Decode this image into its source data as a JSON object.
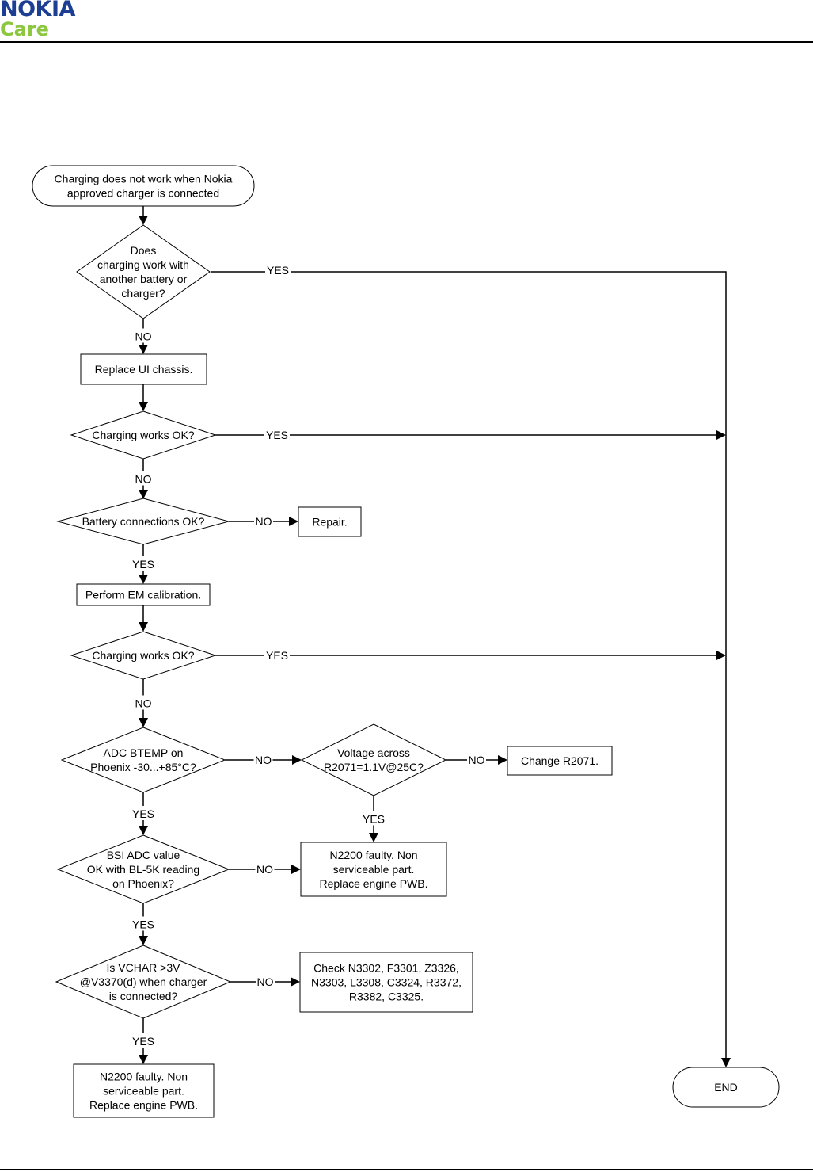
{
  "header": {
    "logo_brand": "NOKIA",
    "logo_sub": "Care",
    "brand_color": "#1c3f94",
    "sub_color": "#8dc63f"
  },
  "flowchart": {
    "start": [
      "Charging does not work when Nokia",
      "approved charger is connected"
    ],
    "q_other_battery": [
      "Does",
      "charging work with",
      "another battery or",
      "charger?"
    ],
    "replace_ui": [
      "Replace UI chassis."
    ],
    "q_charging_ok_1": [
      "Charging works OK?"
    ],
    "q_battery_conn": [
      "Battery connections OK?"
    ],
    "repair": [
      "Repair."
    ],
    "perform_em": [
      "Perform EM calibration."
    ],
    "q_charging_ok_2": [
      "Charging works OK?"
    ],
    "q_adc_btemp": [
      "ADC BTEMP on",
      "Phoenix -30...+85°C?"
    ],
    "q_voltage_r2071": [
      "Voltage across",
      "R2071=1.1V@25C?"
    ],
    "change_r2071": [
      "Change R2071."
    ],
    "n2200_faulty_1": [
      "N2200 faulty. Non",
      "serviceable part.",
      "Replace engine PWB."
    ],
    "q_bsi_adc": [
      "BSI ADC value",
      "OK with BL-5K reading",
      "on Phoenix?"
    ],
    "q_vchar": [
      "Is VCHAR >3V",
      "@V3370(d) when charger",
      "is connected?"
    ],
    "check_parts": [
      "Check N3302, F3301, Z3326,",
      "N3303, L3308, C3324, R3372,",
      "R3382, C3325."
    ],
    "n2200_faulty_2": [
      "N2200 faulty. Non",
      "serviceable part.",
      "Replace engine PWB."
    ],
    "end": [
      "END"
    ],
    "label_yes": "YES",
    "label_no": "NO"
  }
}
